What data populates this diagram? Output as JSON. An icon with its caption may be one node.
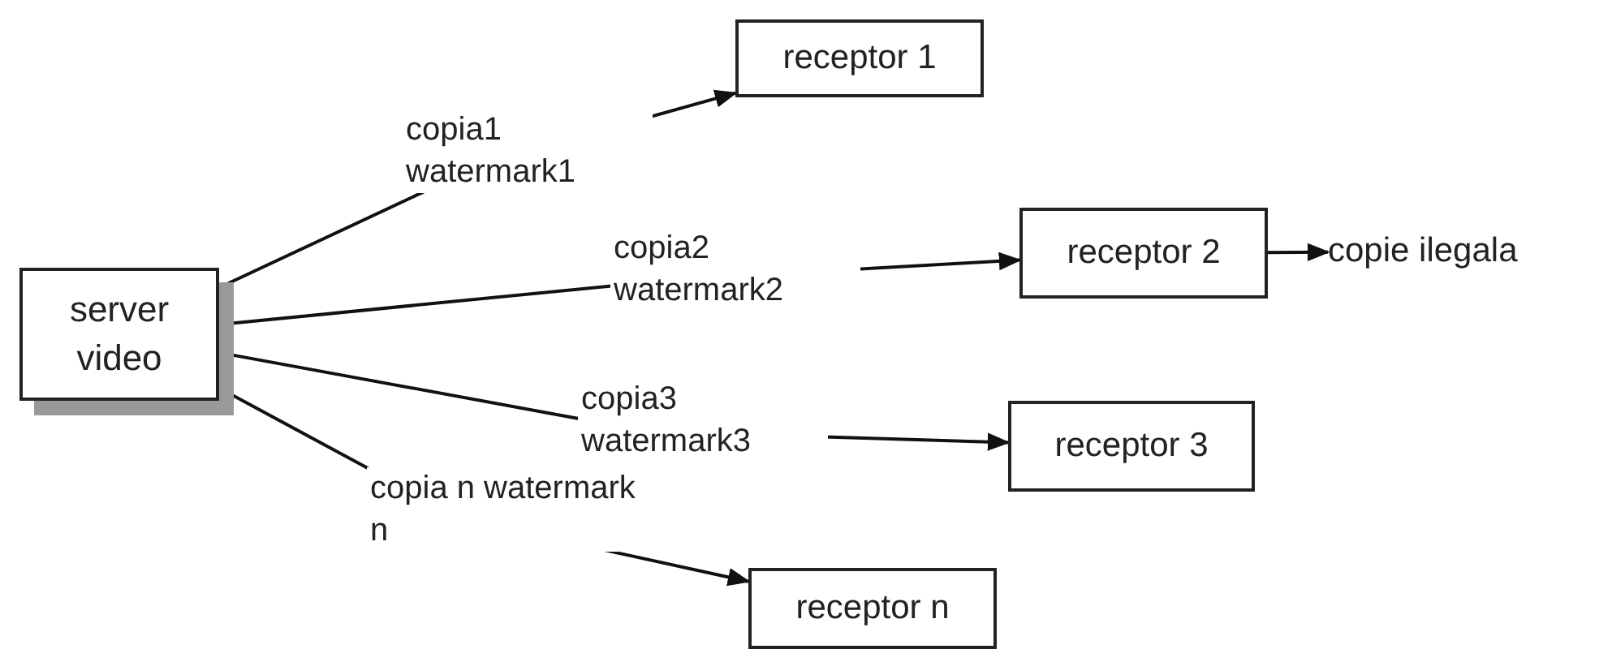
{
  "diagram": {
    "nodes": [
      {
        "text": [
          "server video"
        ]
      },
      {
        "text": [
          "receptor 1"
        ]
      },
      {
        "text": [
          "receptor 2"
        ]
      },
      {
        "text": [
          "copie ilegala"
        ]
      },
      {
        "text": [
          "receptor 3"
        ]
      },
      {
        "text": [
          "receptor n"
        ]
      }
    ],
    "edges": [
      {
        "from": 0,
        "to": 1,
        "arrow": "to",
        "label": "copia1 watermark1"
      },
      {
        "from": 0,
        "to": 2,
        "arrow": "to",
        "label": "copia2 watermark2"
      },
      {
        "from": 0,
        "to": 4,
        "arrow": "to",
        "label": "copia3 watermark3"
      },
      {
        "from": 0,
        "to": 5,
        "arrow": "to",
        "label": "copia n watermark n"
      },
      {
        "from": 2,
        "to": 3,
        "arrow": "to"
      }
    ]
  }
}
